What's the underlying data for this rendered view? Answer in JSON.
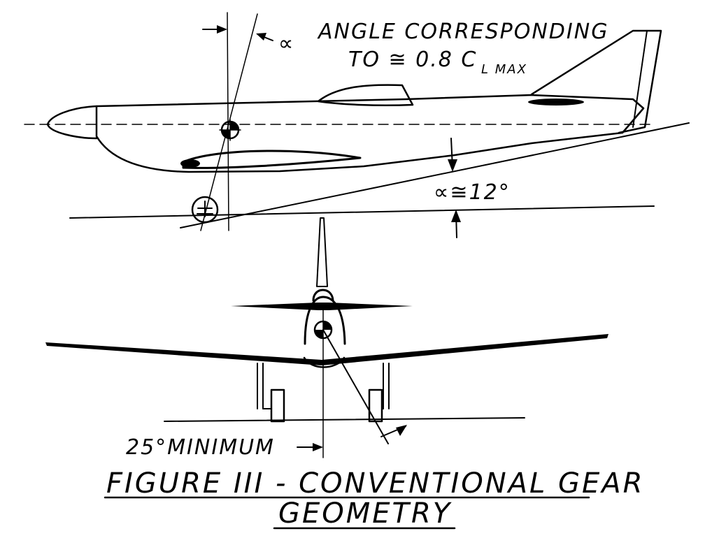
{
  "figure": {
    "note_line1": "ANGLE CORRESPONDING",
    "note_line2_prefix": "TO ≅ 0.8 C",
    "note_subscript": "L MAX",
    "alpha_symbol": "∝",
    "alpha_label": "∝≅12°",
    "min_angle_label": "25°MINIMUM",
    "title_line1": "FIGURE III - CONVENTIONAL GEAR",
    "title_line2": "GEOMETRY"
  }
}
